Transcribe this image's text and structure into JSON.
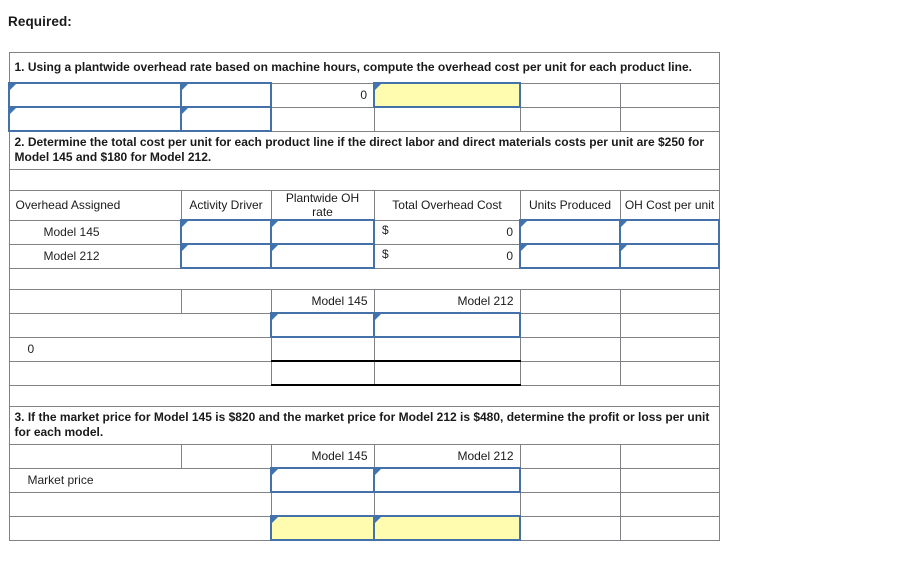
{
  "page": {
    "required_label": "Required:"
  },
  "colors": {
    "banner_blue": "#7eaede",
    "header_grayblue": "#aebdd8",
    "input_yellow": "#fffcaf",
    "input_border": "#4472a8",
    "grid_line": "#808285"
  },
  "requirements": [
    {
      "id": "req-1",
      "text": "1.  Using a plantwide overhead rate based on machine hours, compute the overhead cost per unit for each product line."
    },
    {
      "id": "req-2",
      "text": "2.  Determine the total cost per unit for each product line if the direct labor and direct materials costs per unit are $250 for Model 145 and $180 for Model 212."
    },
    {
      "id": "req-3",
      "text": "3.  If the market price for Model 145 is $820 and the market price for Model 212 is $480, determine the profit or loss per unit for each model."
    }
  ],
  "section1": {
    "row1": {
      "label": "",
      "driver": "",
      "computed_value": "0",
      "answer_value": ""
    },
    "row2": {
      "label": "",
      "driver": ""
    }
  },
  "section2": {
    "headers": {
      "overhead_assigned": "Overhead Assigned",
      "activity_driver": "Activity Driver",
      "plantwide_oh_rate": "Plantwide OH rate",
      "total_overhead_cost": "Total Overhead Cost",
      "units_produced": "Units Produced",
      "oh_cost_per_unit": "OH Cost per unit"
    },
    "rows": [
      {
        "label": "Model 145",
        "activity_driver": "",
        "plantwide_oh_rate": "",
        "total_overhead_symbol": "$",
        "total_overhead_cost": "0",
        "units_produced": "",
        "oh_cost_per_unit": ""
      },
      {
        "label": "Model 212",
        "activity_driver": "",
        "plantwide_oh_rate": "",
        "total_overhead_symbol": "$",
        "total_overhead_cost": "0",
        "units_produced": "",
        "oh_cost_per_unit": ""
      }
    ]
  },
  "section2b": {
    "headers": {
      "blank": "",
      "model_145": "Model 145",
      "model_212": "Model 212"
    },
    "rows": [
      {
        "label": "",
        "model_145": "",
        "model_212": ""
      },
      {
        "label": "0",
        "model_145": "",
        "model_212": ""
      },
      {
        "label": "",
        "model_145": "",
        "model_212": ""
      }
    ]
  },
  "section3": {
    "headers": {
      "blank": "",
      "model_145": "Model 145",
      "model_212": "Model 212"
    },
    "rows": [
      {
        "label": "Market price",
        "model_145": "",
        "model_212": ""
      },
      {
        "label": "",
        "model_145": "",
        "model_212": ""
      },
      {
        "label": "",
        "model_145": "",
        "model_212": ""
      }
    ]
  }
}
